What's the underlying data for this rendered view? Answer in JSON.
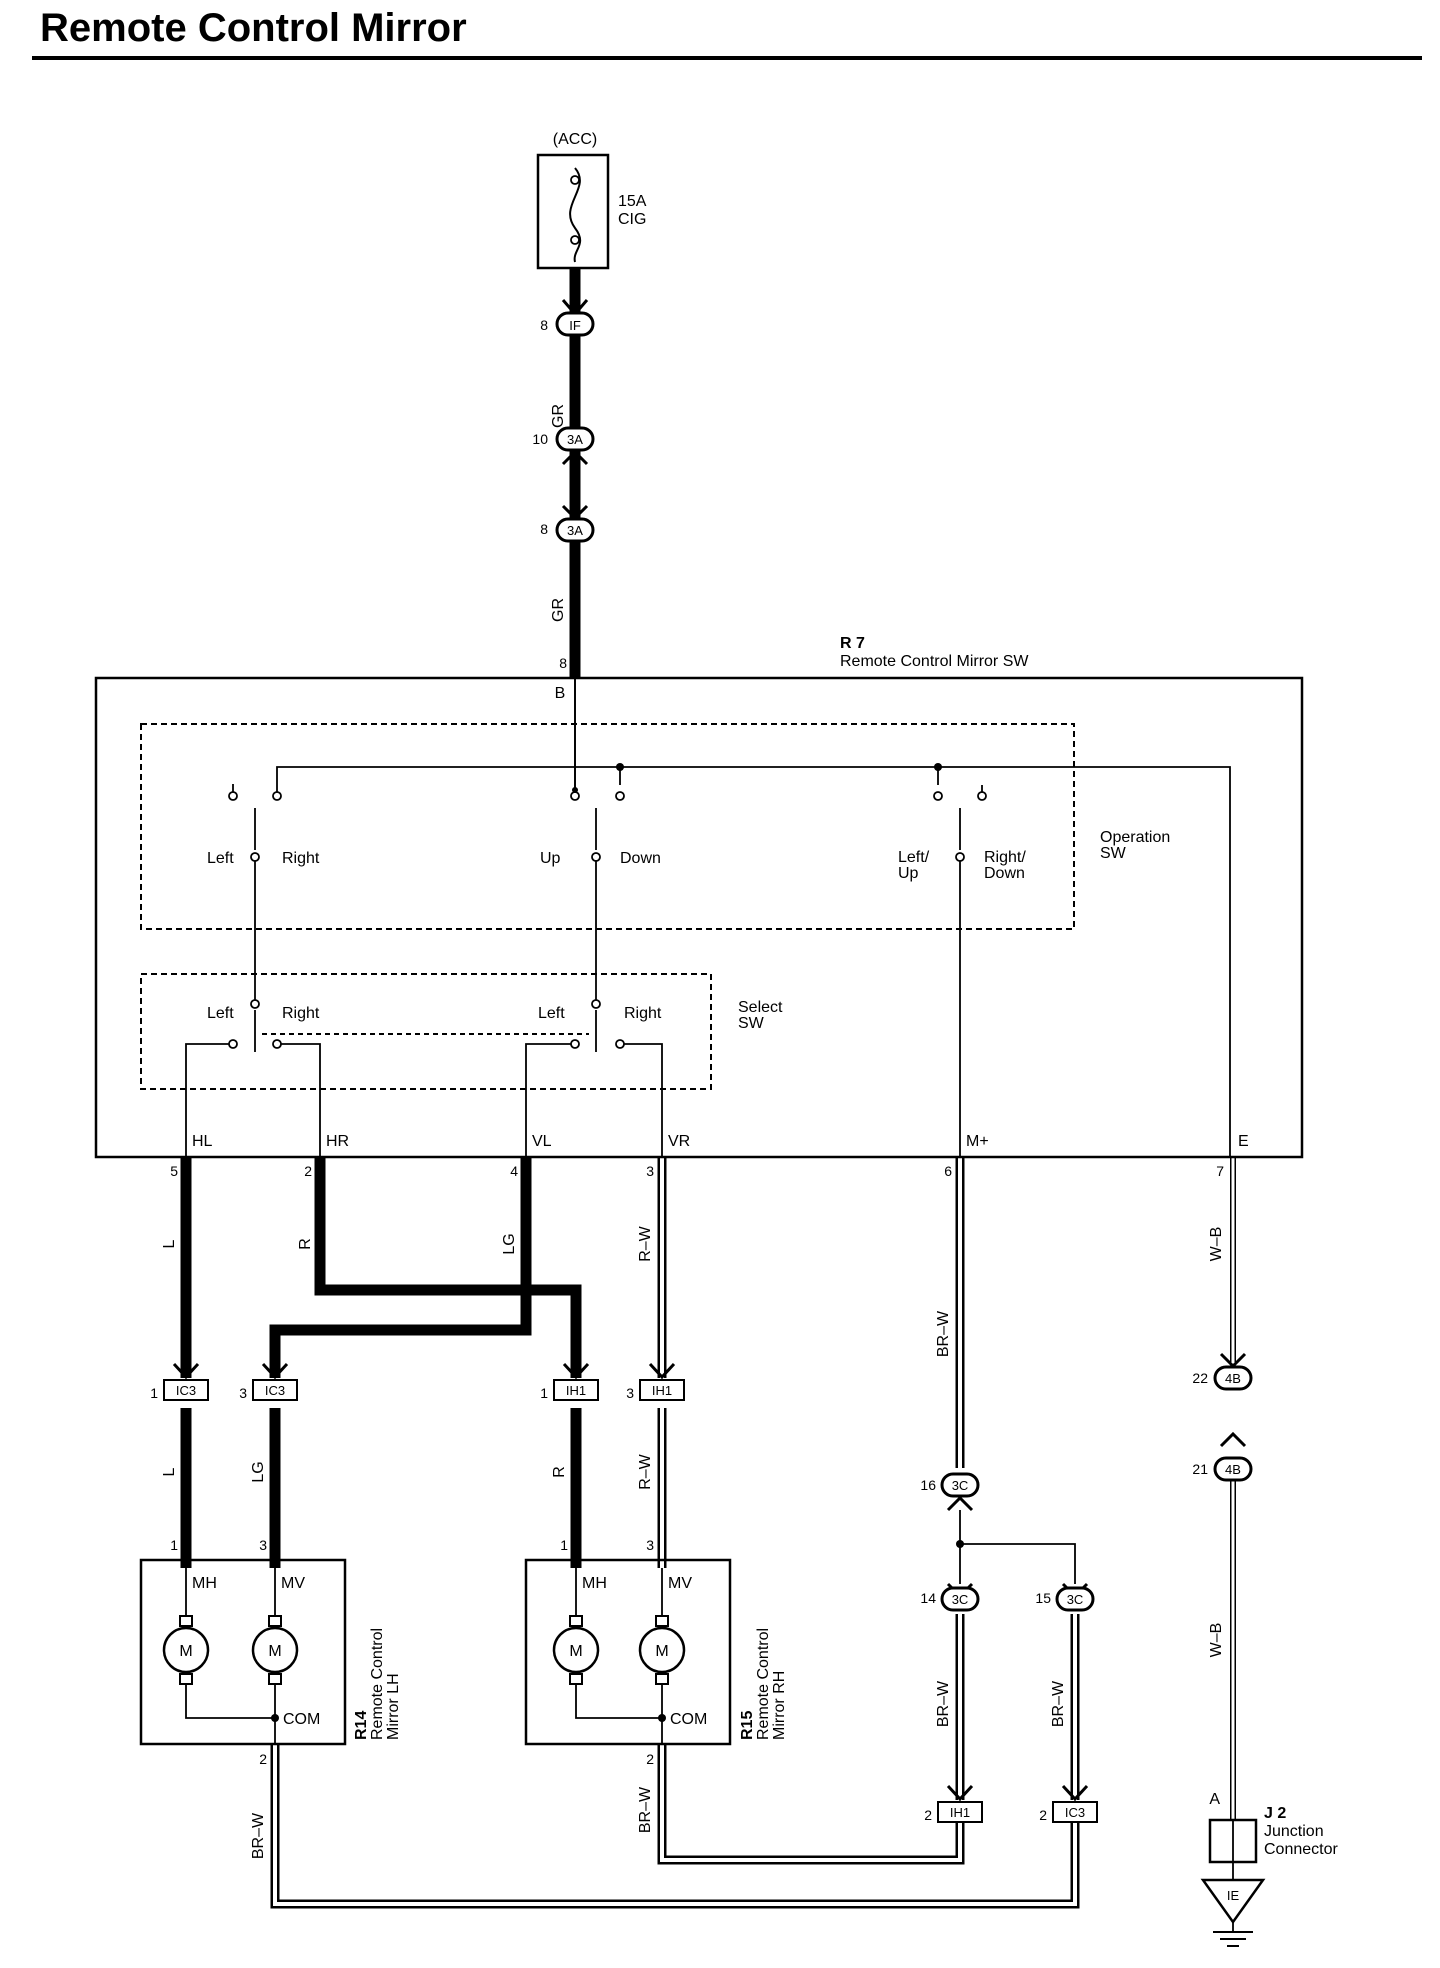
{
  "title": "Remote Control Mirror",
  "power": {
    "source": "(ACC)",
    "fuse_rating": "15A",
    "fuse_name": "CIG"
  },
  "connectors": {
    "if_8": {
      "pin": "8",
      "id": "IF"
    },
    "c3a_10": {
      "pin": "10",
      "id": "3A"
    },
    "c3a_8": {
      "pin": "8",
      "id": "3A"
    },
    "c4b_22": {
      "pin": "22",
      "id": "4B"
    },
    "c4b_21": {
      "pin": "21",
      "id": "4B"
    },
    "c3c_16": {
      "pin": "16",
      "id": "3C"
    },
    "c3c_14": {
      "pin": "14",
      "id": "3C"
    },
    "c3c_15": {
      "pin": "15",
      "id": "3C"
    },
    "ic3_1": {
      "pin": "1",
      "id": "IC3"
    },
    "ic3_3": {
      "pin": "3",
      "id": "IC3"
    },
    "ih1_1": {
      "pin": "1",
      "id": "IH1"
    },
    "ih1_3": {
      "pin": "3",
      "id": "IH1"
    },
    "ih1_2": {
      "pin": "2",
      "id": "IH1"
    },
    "ic3_2": {
      "pin": "2",
      "id": "IC3"
    }
  },
  "wire_colors": {
    "gr_upper": "GR",
    "gr_lower": "GR",
    "l_upper": "L",
    "r_upper": "R",
    "lg_upper": "LG",
    "rw_upper": "R–W",
    "brw_m": "BR–W",
    "wb_upper": "W–B",
    "l_lower": "L",
    "lg_lower": "LG",
    "r_lower": "R",
    "rw_lower": "R–W",
    "brw_14": "BR–W",
    "brw_15": "BR–W",
    "wb_lower": "W–B",
    "brw_lh": "BR–W",
    "brw_rh": "BR–W"
  },
  "switch": {
    "code": "R 7",
    "name": "Remote Control Mirror SW",
    "pin_b_num": "8",
    "pin_b": "B",
    "operation_sw": [
      "Operation",
      "SW"
    ],
    "select_sw": [
      "Select",
      "SW"
    ],
    "op_labels": {
      "left": "Left",
      "right": "Right",
      "up": "Up",
      "down": "Down",
      "left_up": [
        "Left/",
        "Up"
      ],
      "right_down": [
        "Right/",
        "Down"
      ]
    },
    "sel_labels": {
      "left1": "Left",
      "right1": "Right",
      "left2": "Left",
      "right2": "Right"
    },
    "terminals": [
      "HL",
      "HR",
      "VL",
      "VR",
      "M+",
      "E"
    ],
    "terminal_pins": [
      "5",
      "2",
      "4",
      "3",
      "6",
      "7"
    ]
  },
  "mirror_lh": {
    "code": "R14",
    "name": [
      "Remote Control",
      "Mirror LH"
    ],
    "pin_mh": "1",
    "pin_mv": "3",
    "pin_com": "2",
    "mh": "MH",
    "mv": "MV",
    "com": "COM",
    "motor": "M"
  },
  "mirror_rh": {
    "code": "R15",
    "name": [
      "Remote Control",
      "Mirror RH"
    ],
    "pin_mh": "1",
    "pin_mv": "3",
    "pin_com": "2",
    "mh": "MH",
    "mv": "MV",
    "com": "COM",
    "motor": "M"
  },
  "junction": {
    "pin": "A",
    "code": "J 2",
    "name": [
      "Junction",
      "Connector"
    ]
  },
  "ground": {
    "id": "IE"
  }
}
